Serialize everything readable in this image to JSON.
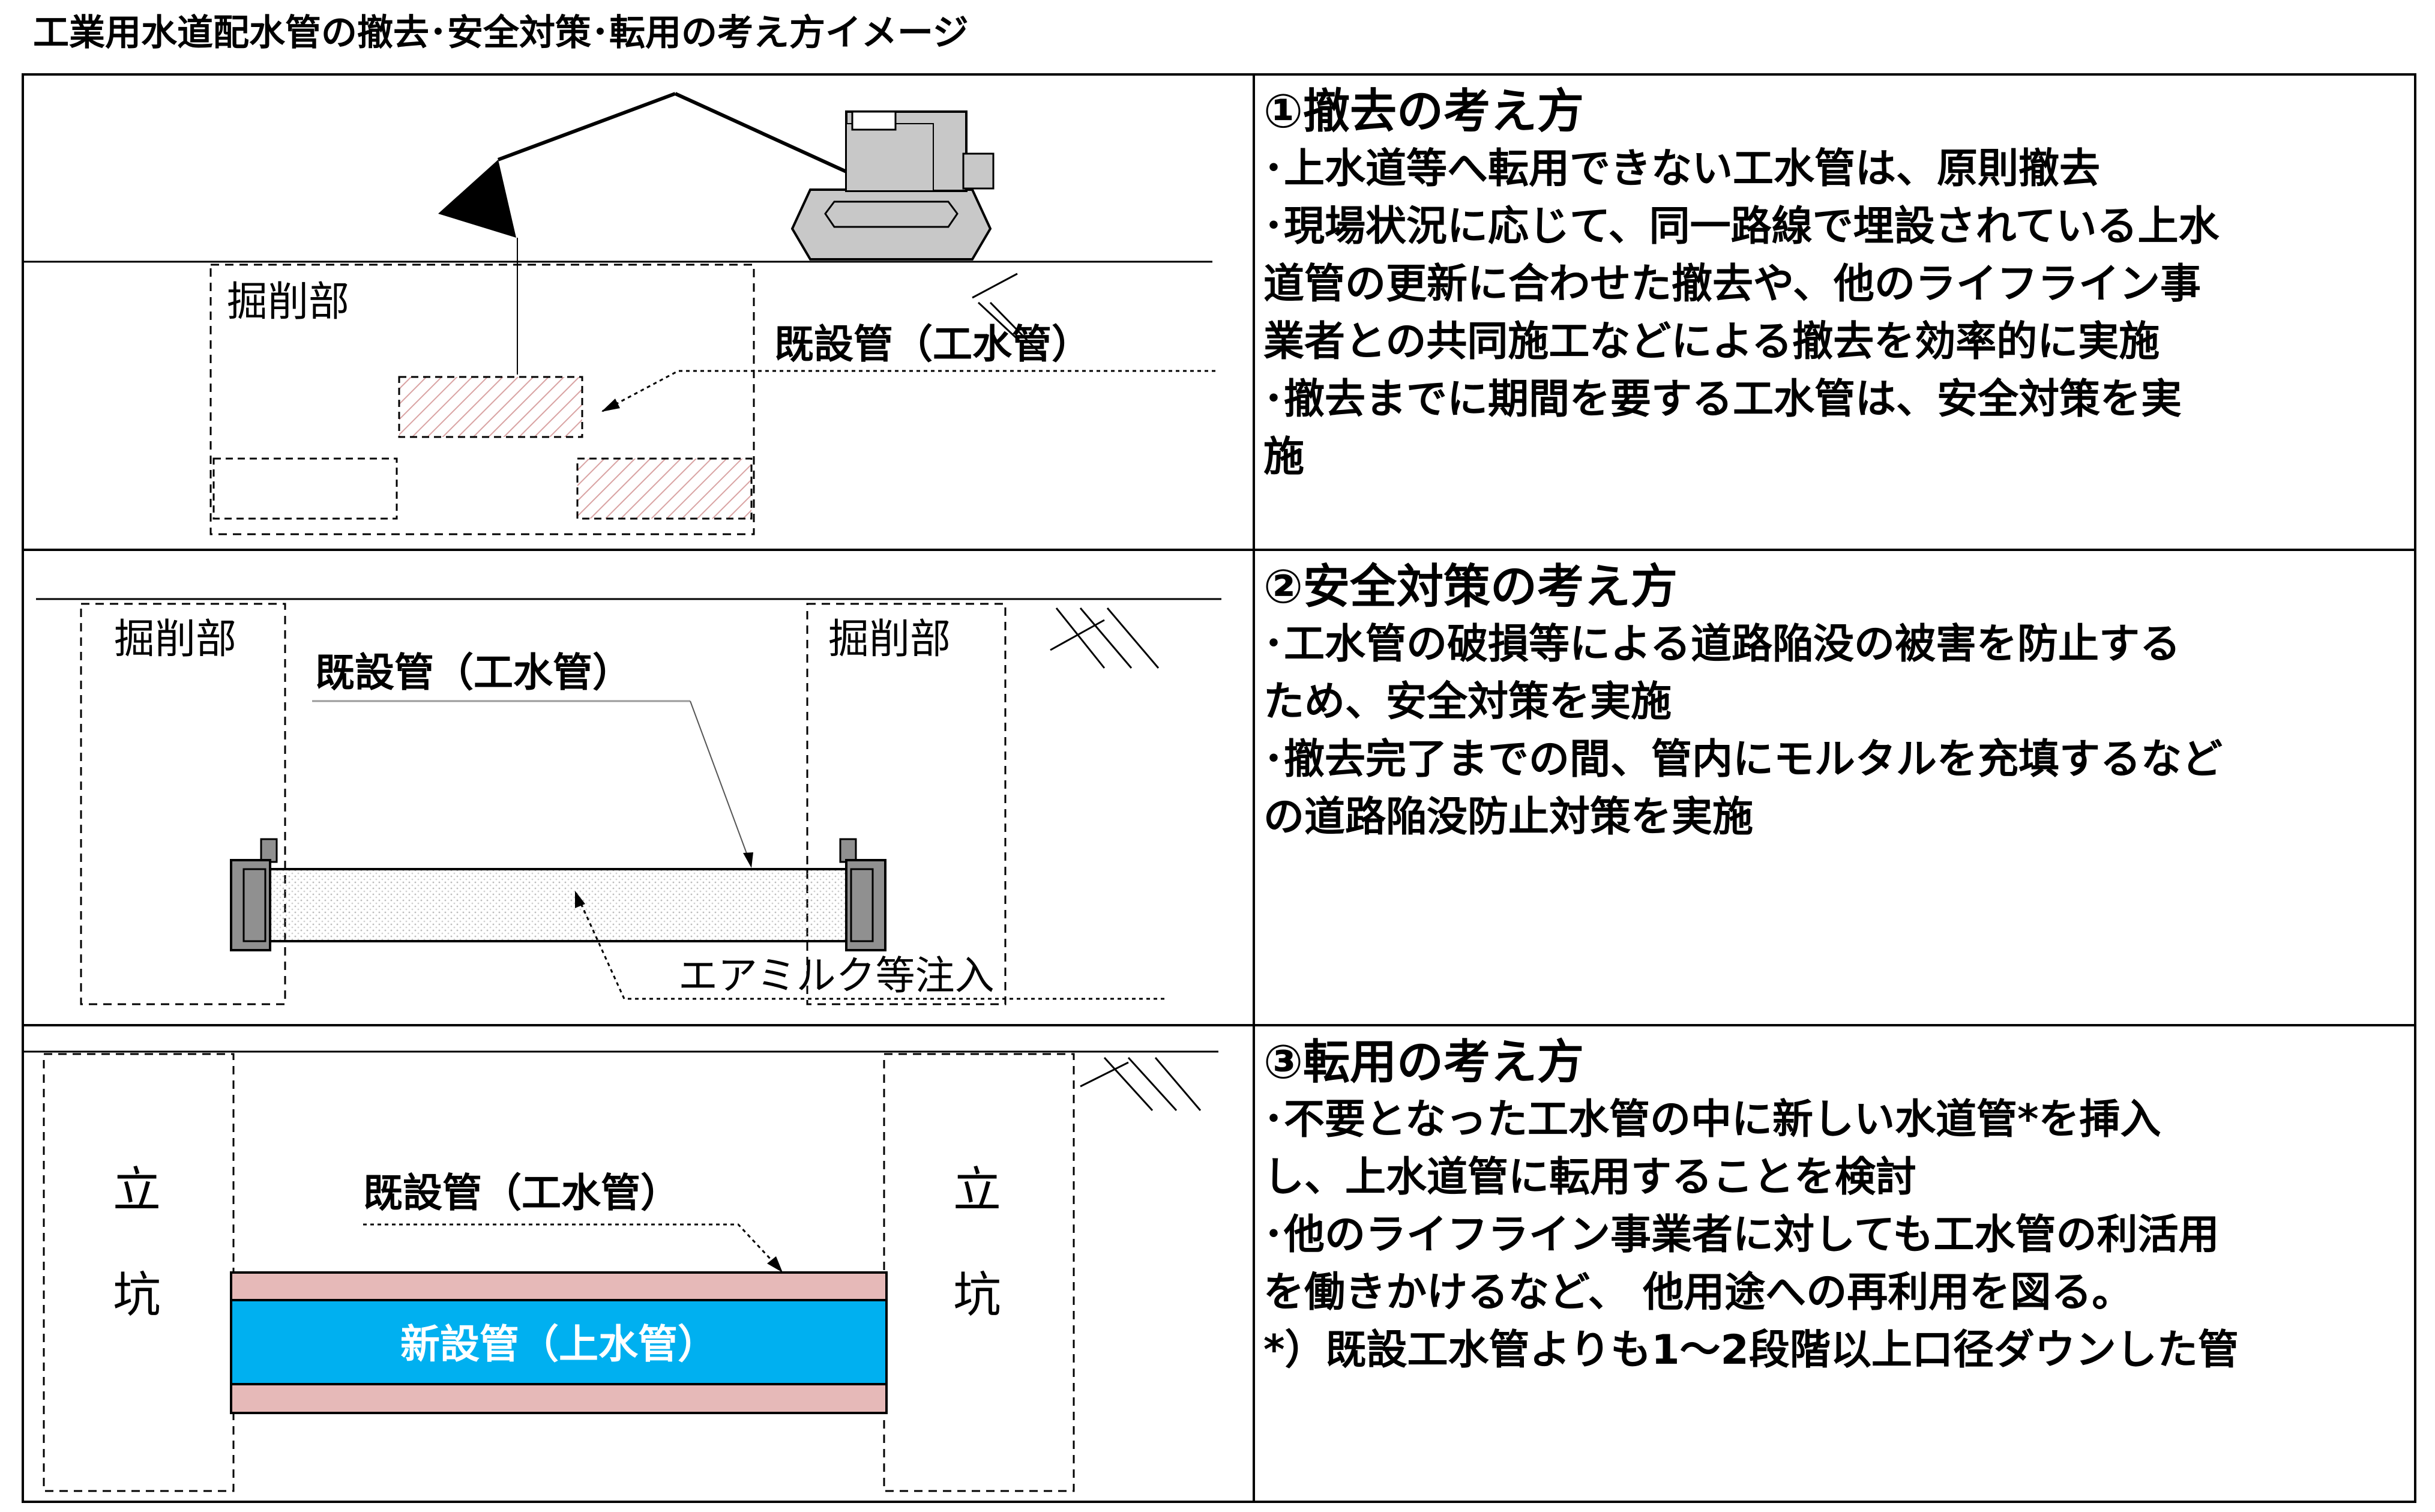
{
  "title": "工業用水道配水管の撤去･安全対策･転用の考え方イメージ",
  "sections": [
    {
      "heading": "①撤去の考え方",
      "lines": [
        "･上水道等へ転用できない工水管は、原則撤去",
        "･現場状況に応じて、同一路線で埋設されている上水",
        "道管の更新に合わせた撤去や、他のライフライン事",
        "業者との共同施工などによる撤去を効率的に実施",
        "･撤去までに期間を要する工水管は、安全対策を実",
        "施"
      ]
    },
    {
      "heading": "②安全対策の考え方",
      "lines": [
        "･工水管の破損等による道路陥没の被害を防止する",
        "ため、安全対策を実施",
        "･撤去完了までの間、管内にモルタルを充填するなど",
        "の道路陥没防止対策を実施"
      ]
    },
    {
      "heading": "③転用の考え方",
      "lines": [
        "･不要となった工水管の中に新しい水道管*を挿入",
        "し、上水道管に転用することを検討",
        "･他のライフライン事業者に対しても工水管の利活用",
        "を働きかけるなど、 他用途への再利用を図る。",
        "*）既設工水管よりも1～2段階以上口径ダウンした管"
      ]
    }
  ],
  "diagram1": {
    "excavation_label": "掘削部",
    "existing_pipe_label": "既設管（工水管）"
  },
  "diagram2": {
    "excavation_left_label": "掘削部",
    "excavation_right_label": "掘削部",
    "existing_pipe_label": "既設管（工水管）",
    "injection_label": "エアミルク等注入"
  },
  "diagram3": {
    "shaft_left_char1": "立",
    "shaft_left_char2": "坑",
    "shaft_right_char1": "立",
    "shaft_right_char2": "坑",
    "existing_pipe_label": "既設管（工水管）",
    "new_pipe_label": "新設管（上水管）"
  },
  "colors": {
    "new_pipe_fill": "#00b0f0",
    "existing_pipe_fill": "#e6b9b8",
    "excavator_fill": "#c8c8c8",
    "hatch_color": "#d9a3a3"
  },
  "icons": [
    "excavator-icon",
    "bucket-icon",
    "ground-hatch-icon",
    "pipe-end-cap-icon"
  ]
}
